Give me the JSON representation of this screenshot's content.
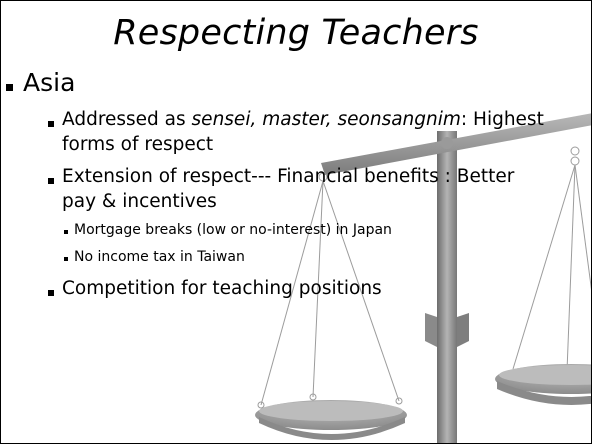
{
  "slide": {
    "title": "Respecting Teachers",
    "bullets": {
      "asia": "Asia",
      "addressed_prefix": "Addressed as ",
      "addressed_terms": "sensei, master, seonsangnim",
      "addressed_suffix": ": Highest",
      "addressed_cont": "forms of respect",
      "extension_line1": "Extension of respect--- Financial benefits : Better",
      "extension_line2": "pay & incentives",
      "mortgage": "Mortgage breaks (low or no-interest) in Japan",
      "tax": "No income tax in Taiwan",
      "competition": "Competition for teaching positions"
    }
  },
  "colors": {
    "scale_metal": "#8f8f8f",
    "pan_light": "#a9a9a9",
    "background": "#ffffff"
  }
}
